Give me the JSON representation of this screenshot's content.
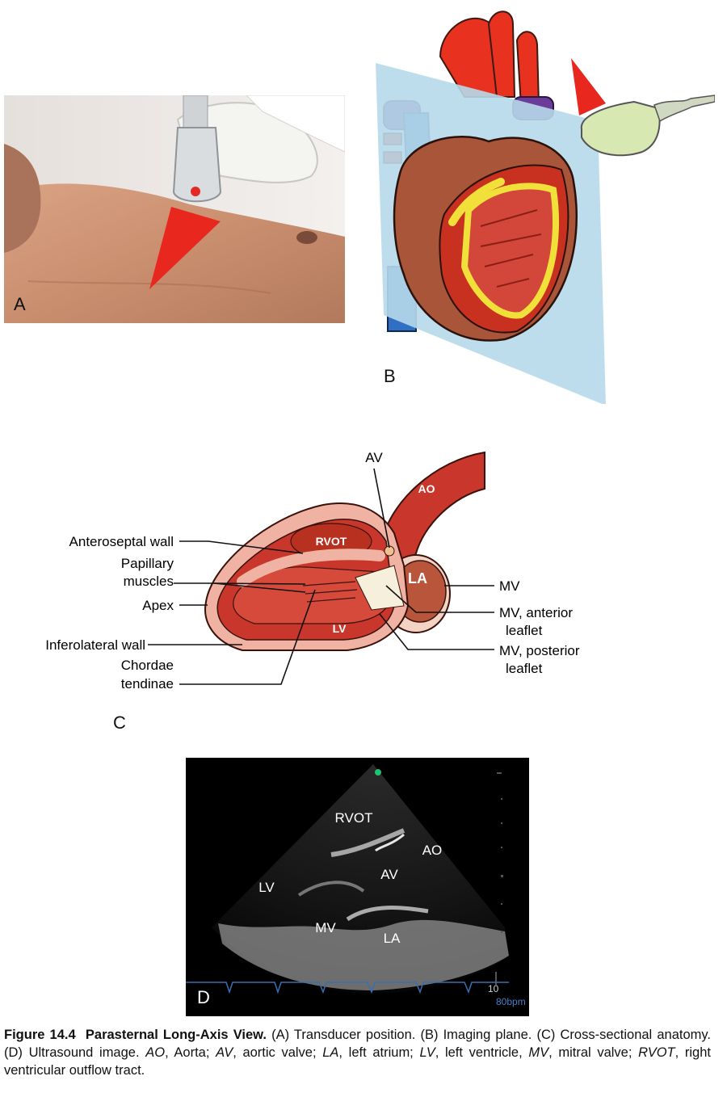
{
  "panels": {
    "a": {
      "label": "A"
    },
    "b": {
      "label": "B"
    },
    "c": {
      "label": "C",
      "callouts": {
        "av": "AV",
        "ao": "AO",
        "rvot": "RVOT",
        "la": "LA",
        "lv": "LV",
        "anteroseptal_wall": "Anteroseptal wall",
        "papillary_1": "Papillary",
        "papillary_2": "muscles",
        "apex": "Apex",
        "inferolateral_wall": "Inferolateral wall",
        "chordae_1": "Chordae",
        "chordae_2": "tendinae",
        "mv": "MV",
        "mv_anterior_1": "MV, anterior",
        "mv_anterior_2": "leaflet",
        "mv_posterior_1": "MV, posterior",
        "mv_posterior_2": "leaflet"
      }
    },
    "d": {
      "label": "D",
      "labels": {
        "rvot": "RVOT",
        "ao": "AO",
        "av": "AV",
        "lv": "LV",
        "mv": "MV",
        "la": "LA"
      },
      "depth_mark": "10",
      "heart_rate": "80bpm"
    }
  },
  "caption": {
    "figure_number": "Figure 14.4",
    "title": "Parasternal Long-Axis View.",
    "p1": " (A) Transducer position. (B) Imaging plane. (C) Cross-sectional anatomy. (D) Ultrasound image. ",
    "ao_abbr": "AO",
    "ao_def": ", Aorta; ",
    "av_abbr": "AV",
    "av_def": ", aortic valve; ",
    "la_abbr": "LA",
    "la_def": ", left atrium; ",
    "lv_abbr": "LV",
    "lv_def": ", left ventricle, ",
    "mv_abbr": "MV",
    "mv_def": ", mitral valve; ",
    "rvot_abbr": "RVOT",
    "rvot_def": ", right ventricular outflow tract."
  },
  "colors": {
    "pointer_red": "#e8281e",
    "imaging_plane": "#b7d9ea",
    "myocardium": "#c9372c",
    "pericardium_pink": "#f0b3a3",
    "echo_bg": "#000000",
    "ecg_trace": "#3a6fb0",
    "probe_green": "#22c070"
  }
}
